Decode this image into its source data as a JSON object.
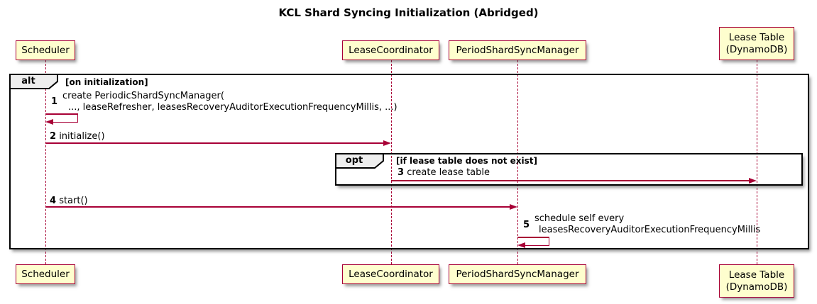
{
  "diagram": {
    "title": "KCL Shard Syncing Initialization (Abridged)",
    "type": "sequence"
  },
  "participants": [
    {
      "name": "Scheduler"
    },
    {
      "name": "LeaseCoordinator"
    },
    {
      "name": "PeriodShardSyncManager"
    },
    {
      "line1": "Lease Table",
      "line2": "(DynamoDB)"
    }
  ],
  "frames": [
    {
      "keyword": "alt",
      "condition": "[on initialization]"
    },
    {
      "keyword": "opt",
      "condition": "[if lease table does not exist]"
    }
  ],
  "messages": [
    {
      "num": "1",
      "kind": "self",
      "on": "Scheduler",
      "line1": "create PeriodicShardSyncManager(",
      "line2": "..., leaseRefresher, leasesRecoveryAuditorExecutionFrequencyMillis, ...)"
    },
    {
      "num": "2",
      "kind": "arrow",
      "from": "Scheduler",
      "to": "LeaseCoordinator",
      "text": "initialize()"
    },
    {
      "num": "3",
      "kind": "arrow",
      "from": "LeaseCoordinator",
      "to": "Lease Table (DynamoDB)",
      "text": "create lease table"
    },
    {
      "num": "4",
      "kind": "arrow",
      "from": "Scheduler",
      "to": "PeriodShardSyncManager",
      "text": "start()"
    },
    {
      "num": "5",
      "kind": "self",
      "on": "PeriodShardSyncManager",
      "line1": "schedule self every",
      "line2": "leasesRecoveryAuditorExecutionFrequencyMillis"
    }
  ],
  "colors": {
    "participant_fill": "#FEFECE",
    "participant_border": "#A80036",
    "arrow": "#A80036",
    "lifeline": "#A80036",
    "frame_border": "#000000",
    "frame_label_fill": "#EEEEEE"
  }
}
